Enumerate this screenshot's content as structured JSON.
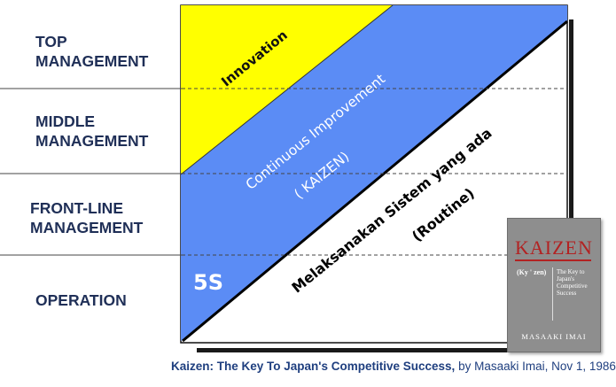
{
  "levels": [
    {
      "line1": "TOP",
      "line2": "MANAGEMENT"
    },
    {
      "line1": "MIDDLE",
      "line2": "MANAGEMENT"
    },
    {
      "line1": "FRONT-LINE",
      "line2": "MANAGEMENT"
    },
    {
      "line1": "OPERATION",
      "line2": ""
    }
  ],
  "zones": {
    "innovation": "Innovation",
    "improvement_line1": "Continuous Improvement",
    "improvement_line2": "( KAIZEN)",
    "five_s": "5S",
    "routine_line1": "Melaksanakan Sistem yang ada",
    "routine_line2": "(Routine)"
  },
  "book": {
    "title": "KAIZEN",
    "subtitle": "(Ky ' zen)",
    "tagline": "The Key to Japan's Competitive Success",
    "author": "MASAAKI IMAI"
  },
  "caption": {
    "title": "Kaizen: The Key To Japan's Competitive Success,",
    "rest": " by Masaaki Imai, Nov 1, 1986"
  },
  "colors": {
    "innovation": "#ffff00",
    "improvement": "#5b8cf5",
    "label_text": "#1f2f57",
    "caption_text": "#1f3f7f"
  }
}
